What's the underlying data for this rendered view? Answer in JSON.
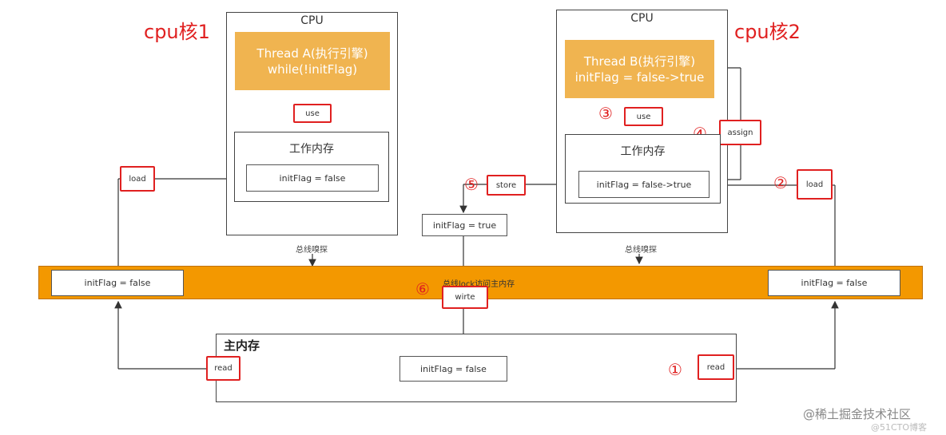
{
  "cpu1": {
    "core_label": "cpu核1",
    "title": "CPU",
    "thread_line1": "Thread A(执行引擎)",
    "thread_line2": "while(!initFlag)",
    "use_label": "use",
    "working_memory_title": "工作内存",
    "var_value": "initFlag = false"
  },
  "cpu2": {
    "core_label": "cpu核2",
    "title": "CPU",
    "thread_line1": "Thread B(执行引擎)",
    "thread_line2": "initFlag = false->true",
    "use_label": "use",
    "assign_label": "assign",
    "working_memory_title": "工作内存",
    "var_value": "initFlag = false->true"
  },
  "ops": {
    "load_left": "load",
    "load_right": "load",
    "store": "store",
    "write": "wirte",
    "read_left": "read",
    "read_right": "read"
  },
  "steps": {
    "s1": "①",
    "s2": "②",
    "s3": "③",
    "s4": "④",
    "s5": "⑤",
    "s6": "⑥"
  },
  "bus": {
    "label": "总线lock访问主内存",
    "sniff_left": "总线嗅探",
    "sniff_right": "总线嗅探",
    "left_value": "initFlag = false",
    "right_value": "initFlag = false"
  },
  "store_value": "initFlag = true",
  "main_memory": {
    "title": "主内存",
    "value": "initFlag = false"
  },
  "watermark": {
    "line1": "@稀土掘金技术社区",
    "line2": "@51CTO博客"
  },
  "colors": {
    "thread": "#f0b450",
    "bus": "#f39800",
    "highlight": "#e02020"
  }
}
